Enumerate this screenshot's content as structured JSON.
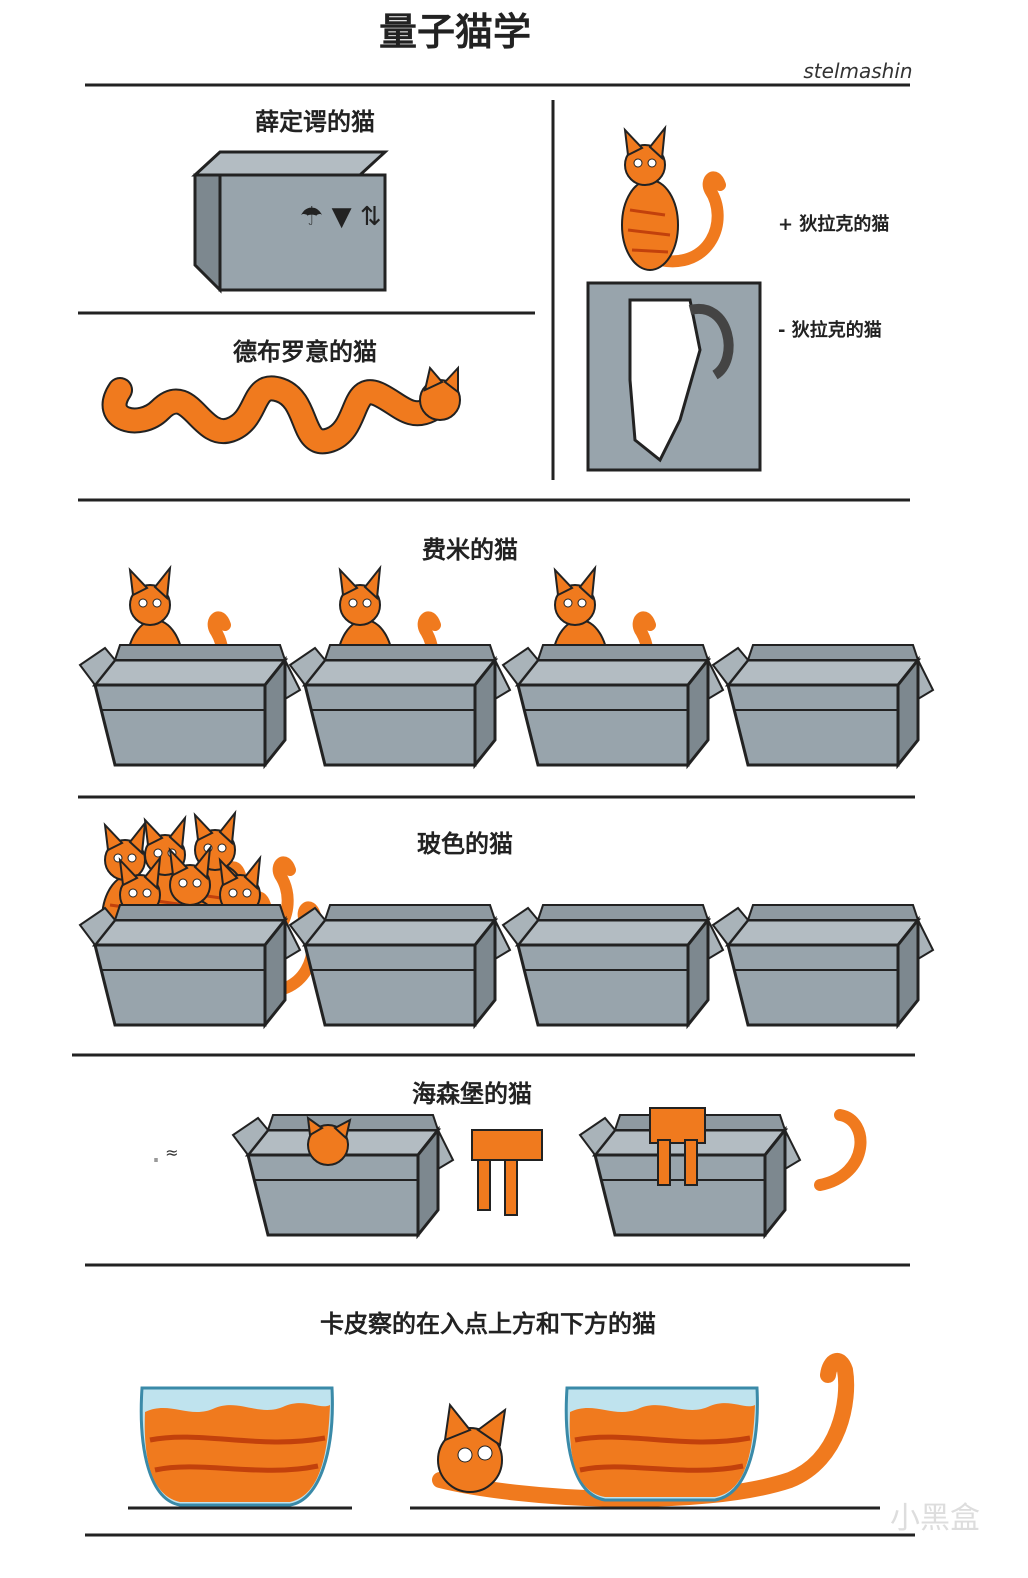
{
  "title": "量子猫学",
  "signature": "stelmashin",
  "watermark": "小黑盒",
  "panels": {
    "schrodinger": "薛定谔的猫",
    "de_broglie": "德布罗意的猫",
    "dirac_plus": "+ 狄拉克的猫",
    "dirac_minus": "- 狄拉克的猫",
    "fermi": "费米的猫",
    "bose": "玻色的猫",
    "heisenberg": "海森堡的猫",
    "kapitza": "卡皮察的在入点上方和下方的猫"
  },
  "colors": {
    "cat": "#f07a1e",
    "stripe": "#c2410c",
    "box": "#98a4ac",
    "box_dark": "#6f7b83",
    "water": "#bfe3ee"
  }
}
